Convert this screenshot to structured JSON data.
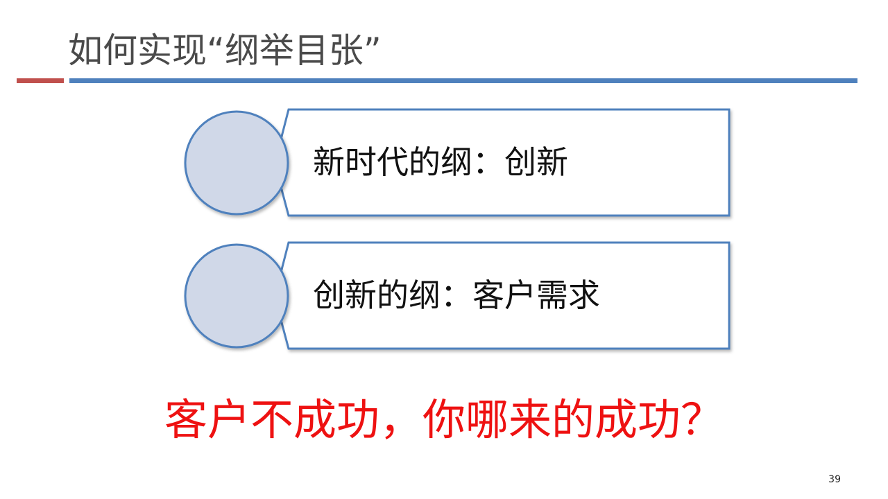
{
  "slide": {
    "title": "如何实现“纲举目张”",
    "items": [
      {
        "text": "新时代的纲：创新"
      },
      {
        "text": "创新的纲：客户需求"
      }
    ],
    "conclusion": "客户不成功，你哪来的成功？",
    "page_number": "39"
  },
  "colors": {
    "title_text": "#4a4a4a",
    "accent_red": "#c0504d",
    "accent_blue": "#4f81bd",
    "circle_fill": "#d0d8e8",
    "conclusion_text": "#ee1111"
  },
  "icons": [
    "circle-bullet-icon"
  ]
}
